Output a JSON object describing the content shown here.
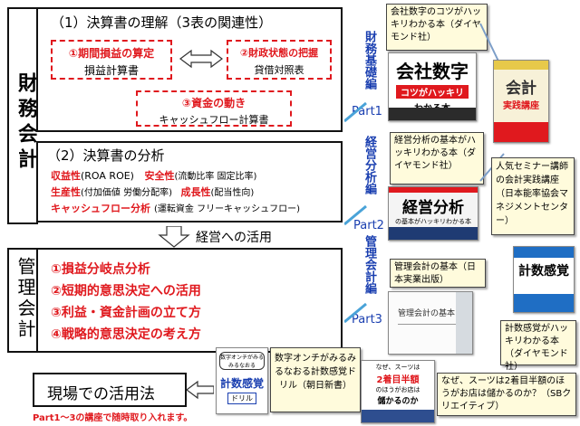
{
  "sidebar": {
    "part1_label": "財務会計",
    "part2_label": "管理会計"
  },
  "section1": {
    "heading": "（1）決算書の理解（3表の関連性）",
    "pl_title": "①期間損益の算定",
    "pl_doc": "損益計算書",
    "bs_title": "②財政状態の把握",
    "bs_doc": "貸借対照表",
    "cf_title": "③資金の動き",
    "cf_doc": "キャッシュフロー計算書"
  },
  "section2": {
    "heading": "（2）決算書の分析",
    "row1_a": "収益性",
    "row1_a_sub": "(ROA ROE)",
    "row1_b": "安全性",
    "row1_b_sub": "(流動比率 固定比率)",
    "row2_a": "生産性",
    "row2_a_sub": "(付加価値 労働分配率)",
    "row2_b": "成長性",
    "row2_b_sub": "(配当性向)",
    "row3_a": "キャッシュフロー分析",
    "row3_a_sub": "(運転資金 フリーキャッシュフロー)"
  },
  "transition": {
    "label": "経営への活用"
  },
  "management": {
    "items": [
      "①損益分岐点分析",
      "②短期的意思決定への活用",
      "③利益・資金計画の立て方",
      "④戦略的意思決定の考え方"
    ]
  },
  "field": {
    "title": "現場での活用法",
    "note": "Part1～3の講座で随時取り入れます。"
  },
  "parts": {
    "p1_vertical": "財務基礎編",
    "p1_label": "Part1",
    "p2_vertical": "経営分析編",
    "p2_label": "Part2",
    "p3_vertical": "管理会計編",
    "p3_label": "Part3"
  },
  "books": {
    "b1_note": "会社数字のコツがハッキリわかる本（ダイヤモンド社）",
    "b1_cover_title": "会社数字",
    "b1_cover_sub": "コツがハッキリ",
    "b1_cover_sub2": "わかる本",
    "b2_note": "経営分析の基本がハッキリわかる本（ダイヤモンド社）",
    "b2_cover_title": "経営分析",
    "b2_cover_sub": "の基本がハッキリわかる本",
    "b3_note": "管理会計の基本（日本実業出版）",
    "b3_cover_title": "管理会計の基本",
    "seminar_note": "人気セミナー講師の会計実践講座（日本能率協会マネジメントセンター）",
    "seminar_cover_title": "会計",
    "seminar_cover_sub": "実践講座",
    "keisu_note": "計数感覚がハッキリわかる本（ダイヤモンド社）",
    "keisu_cover_title": "計数感覚",
    "drill_note": "数字オンチがみるみるなおる計数感覚ドリル（朝日新書）",
    "drill_cover_bubble": "数字オンチがみるみるなおる",
    "drill_cover_title": "計数感覚",
    "drill_cover_sub": "ドリル",
    "suit_note": "なぜ、スーツは2着目半額のほうがお店は儲かるのか？（SBクリエイティブ）",
    "suit_cover_line1": "なぜ、スーツは",
    "suit_cover_line2": "2着目半額",
    "suit_cover_line3": "のほうがお店は",
    "suit_cover_line4": "儲かるのか"
  },
  "colors": {
    "accent_red": "#e0191e",
    "accent_blue": "#1a3fb0"
  }
}
